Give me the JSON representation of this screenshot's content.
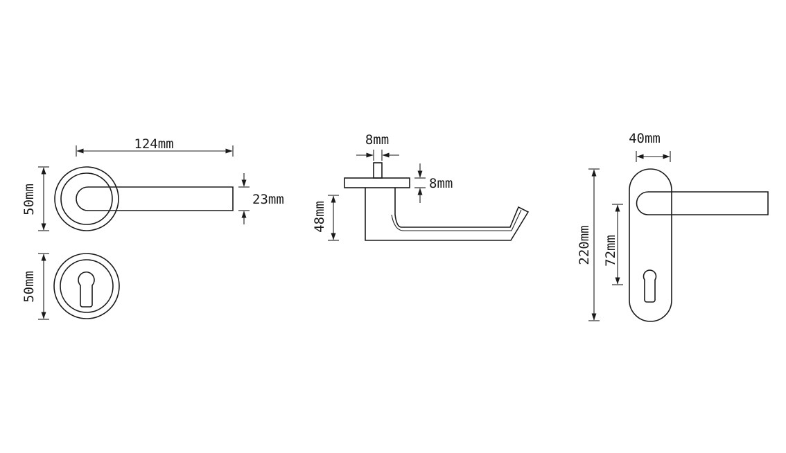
{
  "labels": {
    "lever_length": "124mm",
    "rose_diameter": "50mm",
    "escutcheon_diameter": "50mm",
    "lever_thickness": "23mm",
    "spindle_width": "8mm",
    "rose_thickness": "8mm",
    "projection": "48mm",
    "plate_width": "40mm",
    "plate_height": "220mm",
    "centre_distance": "72mm"
  },
  "colors": {
    "line": "#1a1a1a",
    "background": "#ffffff"
  }
}
